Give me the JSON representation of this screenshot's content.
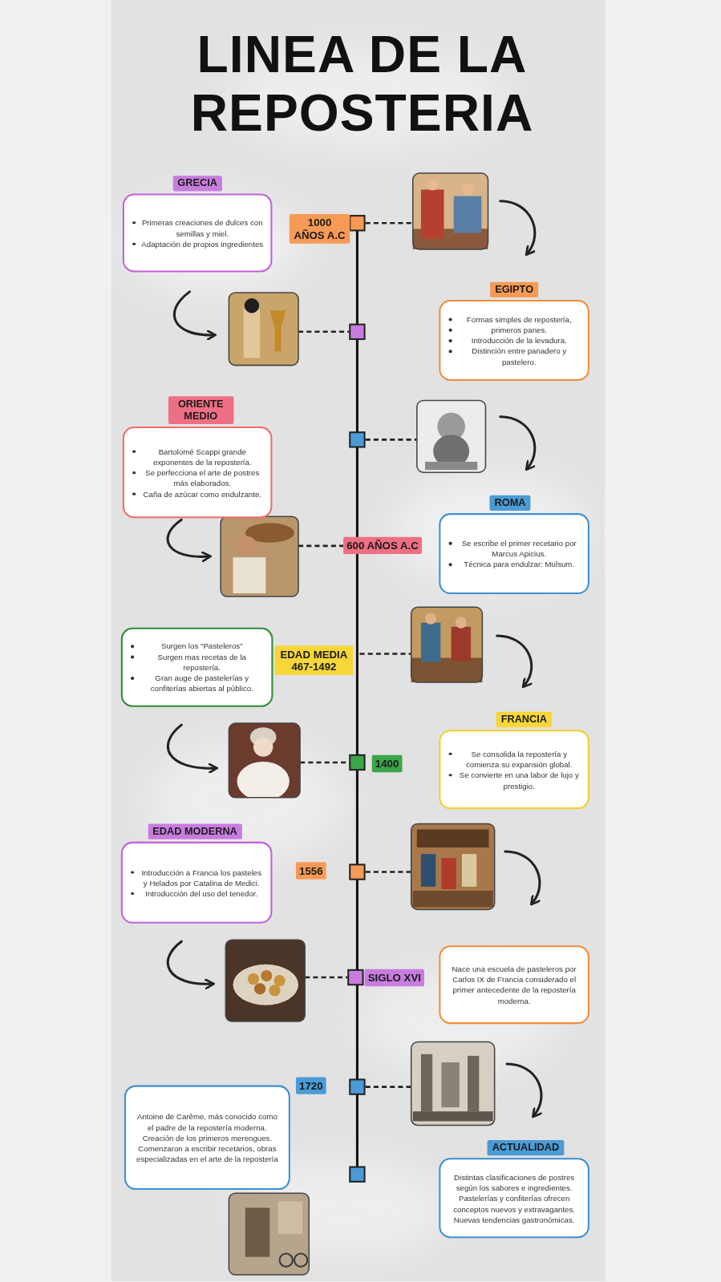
{
  "diagram": {
    "title": "LINEA DE LA REPOSTERIA",
    "nodes": [
      {
        "text": [
          "GRECIA",
          "Primeras creaciones de dulces con semillas y miel.",
          "Adaptación de propios ingredientes"
        ]
      },
      {
        "text": [
          "1000 AÑOS A.C"
        ]
      },
      {
        "text": [
          "EGIPTO",
          "Formas simples de repostería,",
          "primeros panes.",
          "Introducción de la levadura.",
          "Distinción entre panadero y pastelero."
        ]
      },
      {
        "text": [
          "ORIENTE MEDIO",
          "Bartolomé Scappi grande exponentes de la repostería.",
          "Se perfecciona el arte de postres más elaborados.",
          "Caña de azúcar como endulzante."
        ]
      },
      {
        "text": [
          "ROMA",
          "Se escribe el primer recetario por Marcus Apicius.",
          "Técnica para endulzar: Mulsum."
        ]
      },
      {
        "text": [
          "600 AÑOS A.C"
        ]
      },
      {
        "text": [
          "Surgen los \"Pasteleros\"",
          "Surgen mas recetas de la repostería.",
          "Gran auge de pastelerías y confiterías abiertas al público."
        ]
      },
      {
        "text": [
          "EDAD MEDIA 467-1492"
        ]
      },
      {
        "text": [
          "FRANCIA",
          "Se consolida la repostería y comienza su expansión global.",
          "Se convierte en una labor de lujo y prestigio."
        ]
      },
      {
        "text": [
          "1400"
        ]
      },
      {
        "text": [
          "EDAD MODERNA",
          "Introducción a Francia los pasteles y Helados por Catalina de Medici.",
          "Introducción del uso del tenedor."
        ]
      },
      {
        "text": [
          "1556"
        ]
      },
      {
        "text": [
          "Nace una escuela de pasteleros por Carlos IX de Francia considerado el primer antecedente de la repostería moderna."
        ]
      },
      {
        "text": [
          "SIGLO XVI"
        ]
      },
      {
        "text": [
          "1720"
        ]
      },
      {
        "text": [
          "Antoine de Carême, más conocido como el padre de la repostería moderna. Creación de los primeros merengues. Comenzaron a escribir recetarios, obras especializadas en el arte de la repostería"
        ]
      },
      {
        "text": [
          "ACTUALIDAD",
          "Distintas clasificaciones de postres según los sabores e ingredientes. Pastelerías y confiterías ofrecen conceptos nuevos y extravagantes. Nuevas tendencias gastronómicas."
        ]
      }
    ]
  }
}
